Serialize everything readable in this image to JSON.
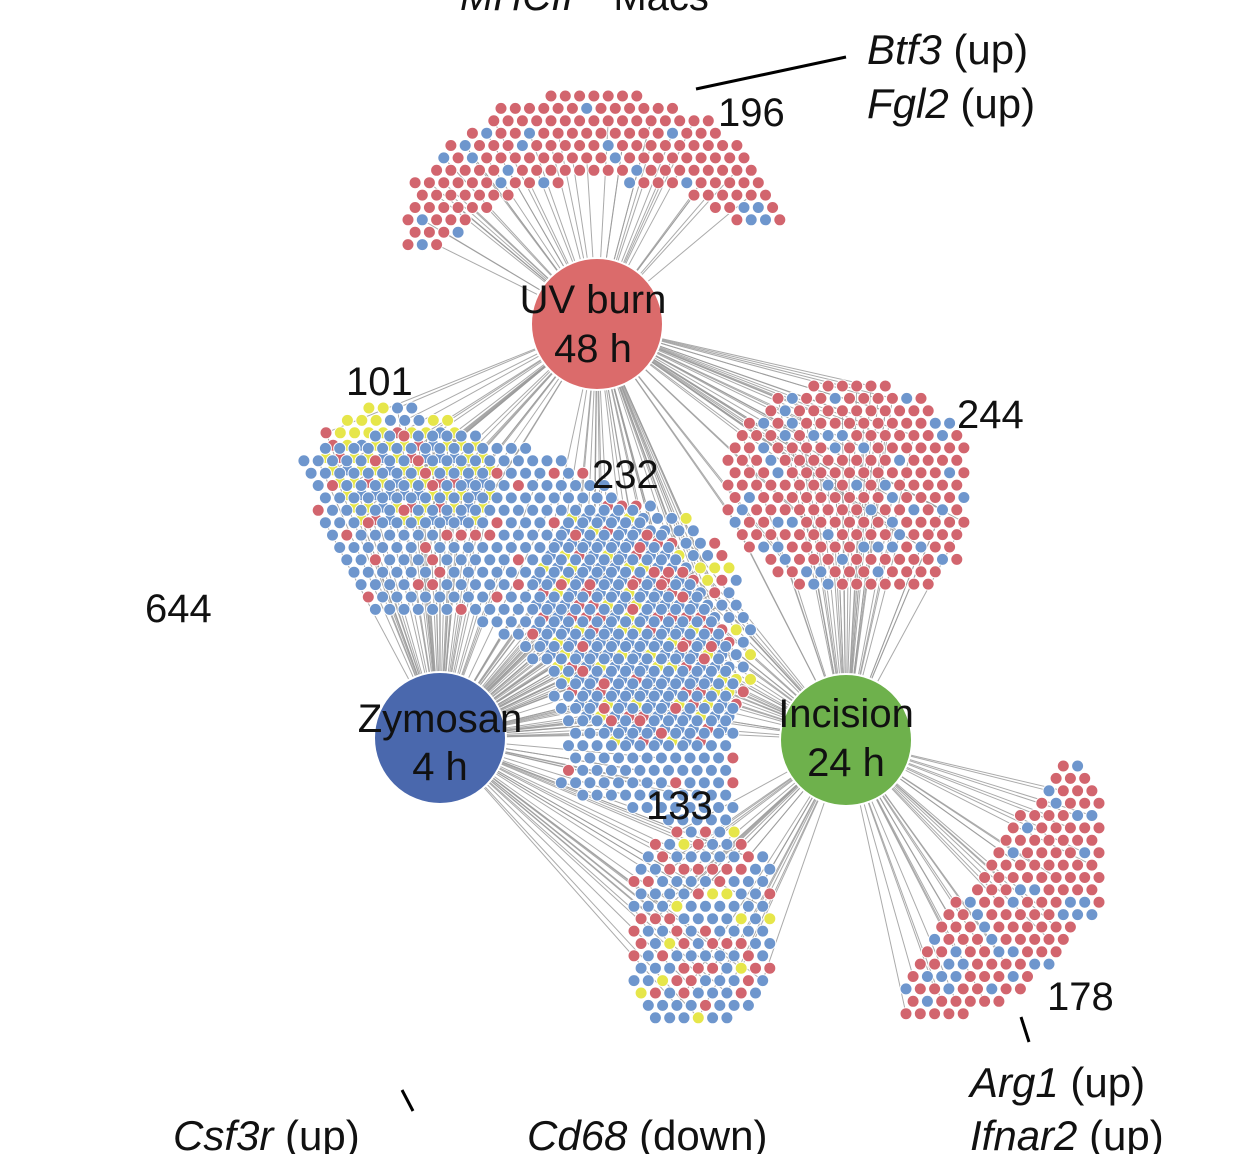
{
  "header_fragment": "MHCII",
  "header_fragment_2": "Macs",
  "colors": {
    "up": "#d2656e",
    "down": "#6e96cd",
    "mixed": "#e6e64a",
    "edge": "#9b9b9b",
    "uv_hub": "#db6b6b",
    "zymosan_hub": "#4a68ad",
    "incision_hub": "#6eb14c"
  },
  "hubs": [
    {
      "id": "uv",
      "line1": "UV burn",
      "line2": "48 h"
    },
    {
      "id": "zym",
      "line1": "Zymosan",
      "line2": "4 h"
    },
    {
      "id": "inc",
      "line1": "Incision",
      "line2": "24 h"
    }
  ],
  "clusters": [
    {
      "id": "uv-only",
      "count": "196",
      "connects": [
        "uv"
      ],
      "composition": {
        "up": 0.85,
        "down": 0.15,
        "mixed": 0.0
      }
    },
    {
      "id": "uv-zym",
      "count": "101",
      "connects": [
        "uv",
        "zym"
      ],
      "composition": {
        "up": 0.12,
        "down": 0.28,
        "mixed": 0.6
      }
    },
    {
      "id": "uv-inc",
      "count": "244",
      "connects": [
        "uv",
        "inc"
      ],
      "composition": {
        "up": 0.82,
        "down": 0.18,
        "mixed": 0.0
      }
    },
    {
      "id": "all-three",
      "count": "232",
      "connects": [
        "uv",
        "zym",
        "inc"
      ],
      "composition": {
        "up": 0.15,
        "down": 0.65,
        "mixed": 0.2
      }
    },
    {
      "id": "zym-only",
      "count": "644",
      "connects": [
        "zym"
      ],
      "composition": {
        "up": 0.1,
        "down": 0.9,
        "mixed": 0.0
      }
    },
    {
      "id": "zym-inc",
      "count": "133",
      "connects": [
        "zym",
        "inc"
      ],
      "composition": {
        "up": 0.28,
        "down": 0.64,
        "mixed": 0.08
      }
    },
    {
      "id": "inc-only",
      "count": "178",
      "connects": [
        "inc"
      ],
      "composition": {
        "up": 0.78,
        "down": 0.22,
        "mixed": 0.0
      }
    }
  ],
  "annotations": {
    "uv_only": [
      {
        "gene": "Btf3",
        "dir": " (up)"
      },
      {
        "gene": "Fgl2",
        "dir": " (up)"
      }
    ],
    "zym_only": [
      {
        "gene": "Csf3r",
        "dir": " (up)"
      }
    ],
    "zym_inc": [
      {
        "gene": "Cd68",
        "dir": " (down)"
      }
    ],
    "inc_only": [
      {
        "gene": "Arg1",
        "dir": " (up)"
      },
      {
        "gene": "Ifnar2",
        "dir": " (up)"
      }
    ]
  }
}
